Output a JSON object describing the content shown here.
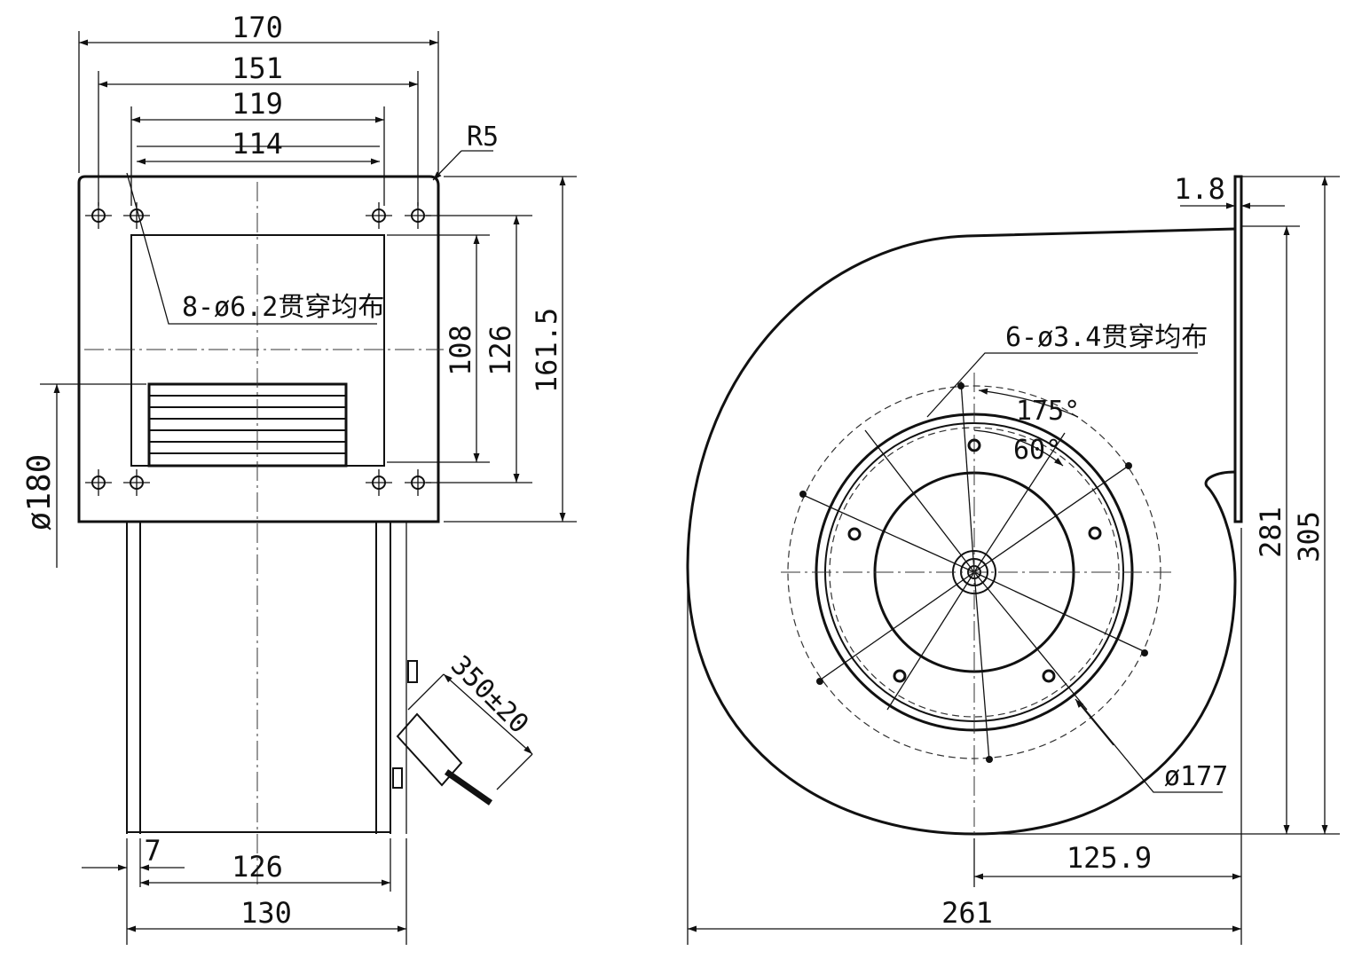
{
  "front_view": {
    "dimensions": {
      "overall_width": "170",
      "hole_outer_span": "151",
      "hole_inner_span": "119",
      "opening_width": "114",
      "corner_radius": "R5",
      "holes_note": "8-ø6.2贯穿均布",
      "opening_height": "108",
      "hole_vertical_span": "126",
      "flange_height": "161.5",
      "wheel_diameter": "ø180",
      "offset": "7",
      "housing_width": "126",
      "overall_depth": "130",
      "cable_length": "350±20"
    }
  },
  "side_view": {
    "dimensions": {
      "flange_thickness": "1.8",
      "holes_note": "6-ø3.4贯穿均布",
      "angle_large": "175°",
      "angle_small": "60°",
      "bolt_circle": "ø177",
      "outlet_height": "281",
      "overall_height": "305",
      "center_to_outlet": "125.9",
      "overall_length": "261"
    }
  }
}
